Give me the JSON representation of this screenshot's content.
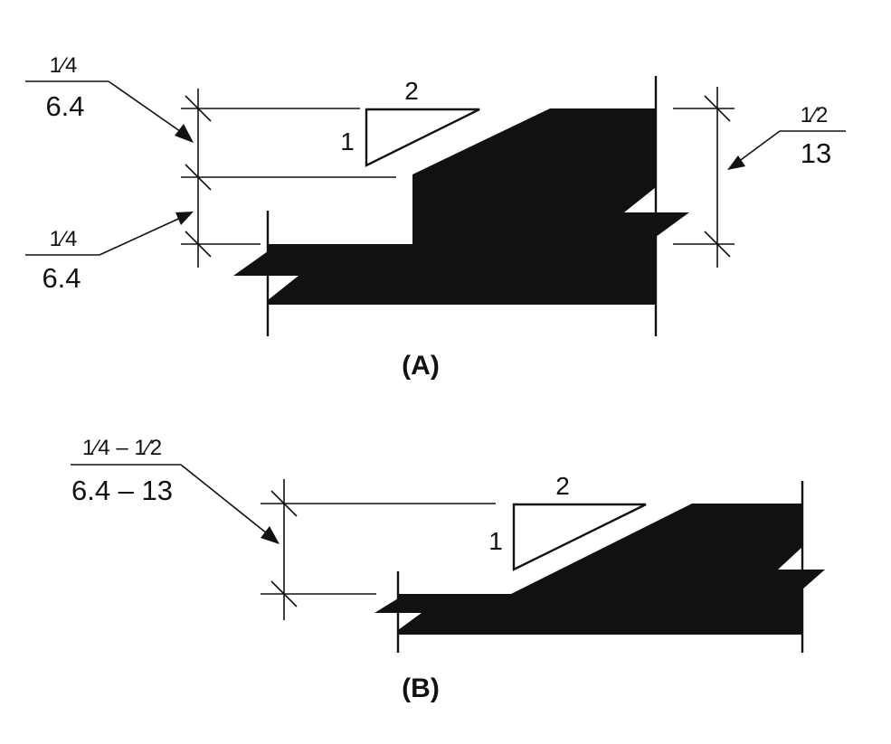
{
  "diagram_a": {
    "caption": "(A)",
    "left_upper_dim": {
      "imperial": "1⁄4",
      "metric": "6.4"
    },
    "left_lower_dim": {
      "imperial": "1⁄4",
      "metric": "6.4"
    },
    "right_dim": {
      "imperial": "1⁄2",
      "metric": "13"
    },
    "slope_run": "2",
    "slope_rise": "1"
  },
  "diagram_b": {
    "caption": "(B)",
    "left_dim": {
      "imperial": "1⁄4 – 1⁄2",
      "metric": "6.4 – 13"
    },
    "slope_run": "2",
    "slope_rise": "1"
  }
}
